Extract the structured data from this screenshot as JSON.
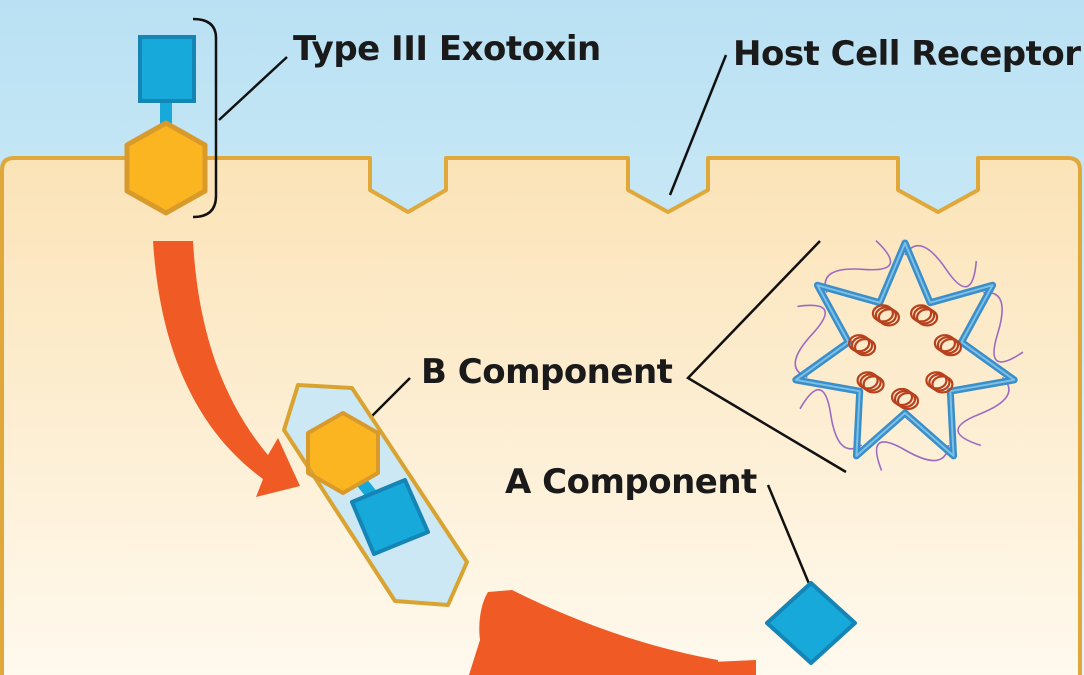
{
  "labels": {
    "exotoxin": "Type III Exotoxin",
    "receptor": "Host Cell Receptor",
    "b_component": "B Component",
    "a_component": "A Component"
  },
  "colors": {
    "extracellular_top": "#b9e1f3",
    "extracellular_bottom": "#e6f5fc",
    "cytoplasm_top": "#fbe3b7",
    "cytoplasm_bottom": "#fffaf0",
    "membrane": "#e0a83a",
    "a_component_fill": "#17a9d9",
    "a_component_stroke": "#1485b5",
    "b_component_fill": "#fbb521",
    "b_component_stroke": "#d89a2a",
    "arrow": "#ef5a25",
    "vesicle_fill": "#cbe8f4",
    "vesicle_stroke": "#d9a331",
    "leader_line": "#111111",
    "protein_ribbon": "#3a8ec9",
    "protein_loop": "#9b6bc2",
    "protein_helix": "#b8411d"
  }
}
